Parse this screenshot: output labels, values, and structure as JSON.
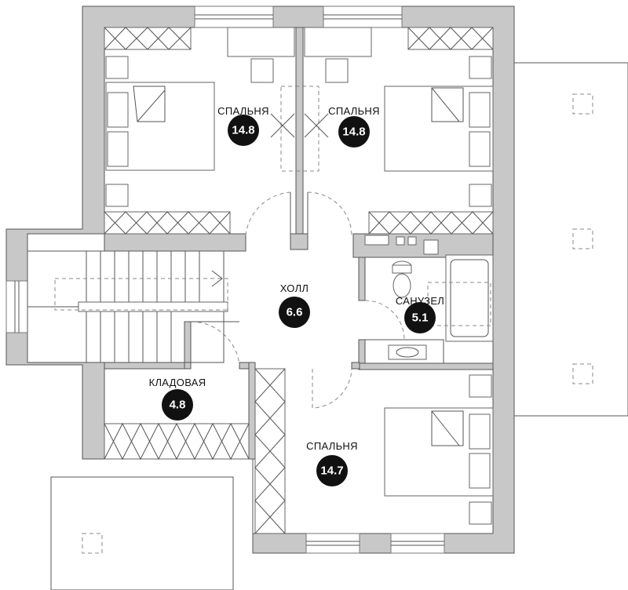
{
  "rooms": [
    {
      "label": "СПАЛЬНЯ",
      "area": "14.8"
    },
    {
      "label": "СПАЛЬНЯ",
      "area": "14.8"
    },
    {
      "label": "ХОЛЛ",
      "area": "6.6"
    },
    {
      "label": "САНУЗЕЛ",
      "area": "5.1"
    },
    {
      "label": "КЛАДОВАЯ",
      "area": "4.8"
    },
    {
      "label": "СПАЛЬНЯ",
      "area": "14.7"
    }
  ],
  "colors": {
    "wall": "#c8c8c8",
    "badge": "#111111",
    "line": "#555555"
  }
}
